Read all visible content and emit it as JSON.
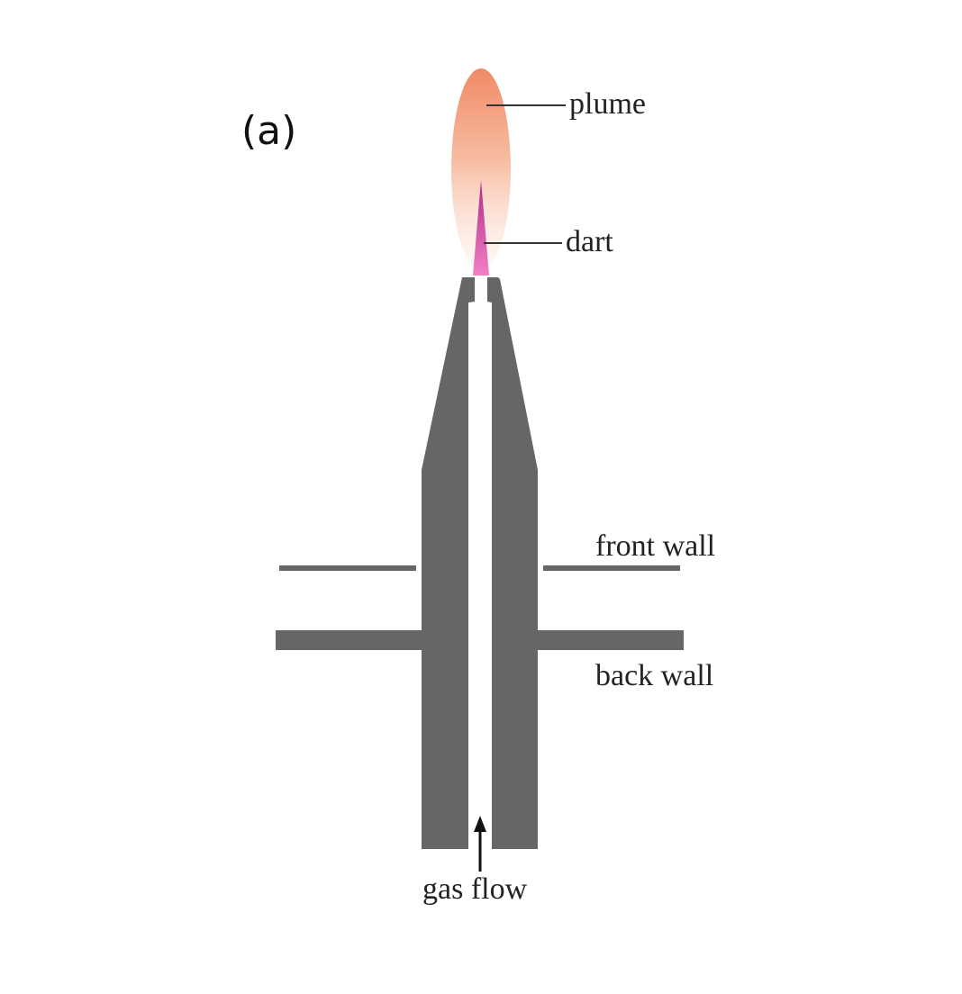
{
  "panel_label": "(a)",
  "labels": {
    "plume": "plume",
    "dart": "dart",
    "front_wall": "front wall",
    "back_wall": "back wall",
    "gas_flow": "gas flow"
  },
  "colors": {
    "nozzle": "#666666",
    "plume_top": "#f08a66",
    "plume_fade": "#fbd9c8",
    "dart": "#e36ab8",
    "line": "#333333",
    "background": "#ffffff"
  }
}
